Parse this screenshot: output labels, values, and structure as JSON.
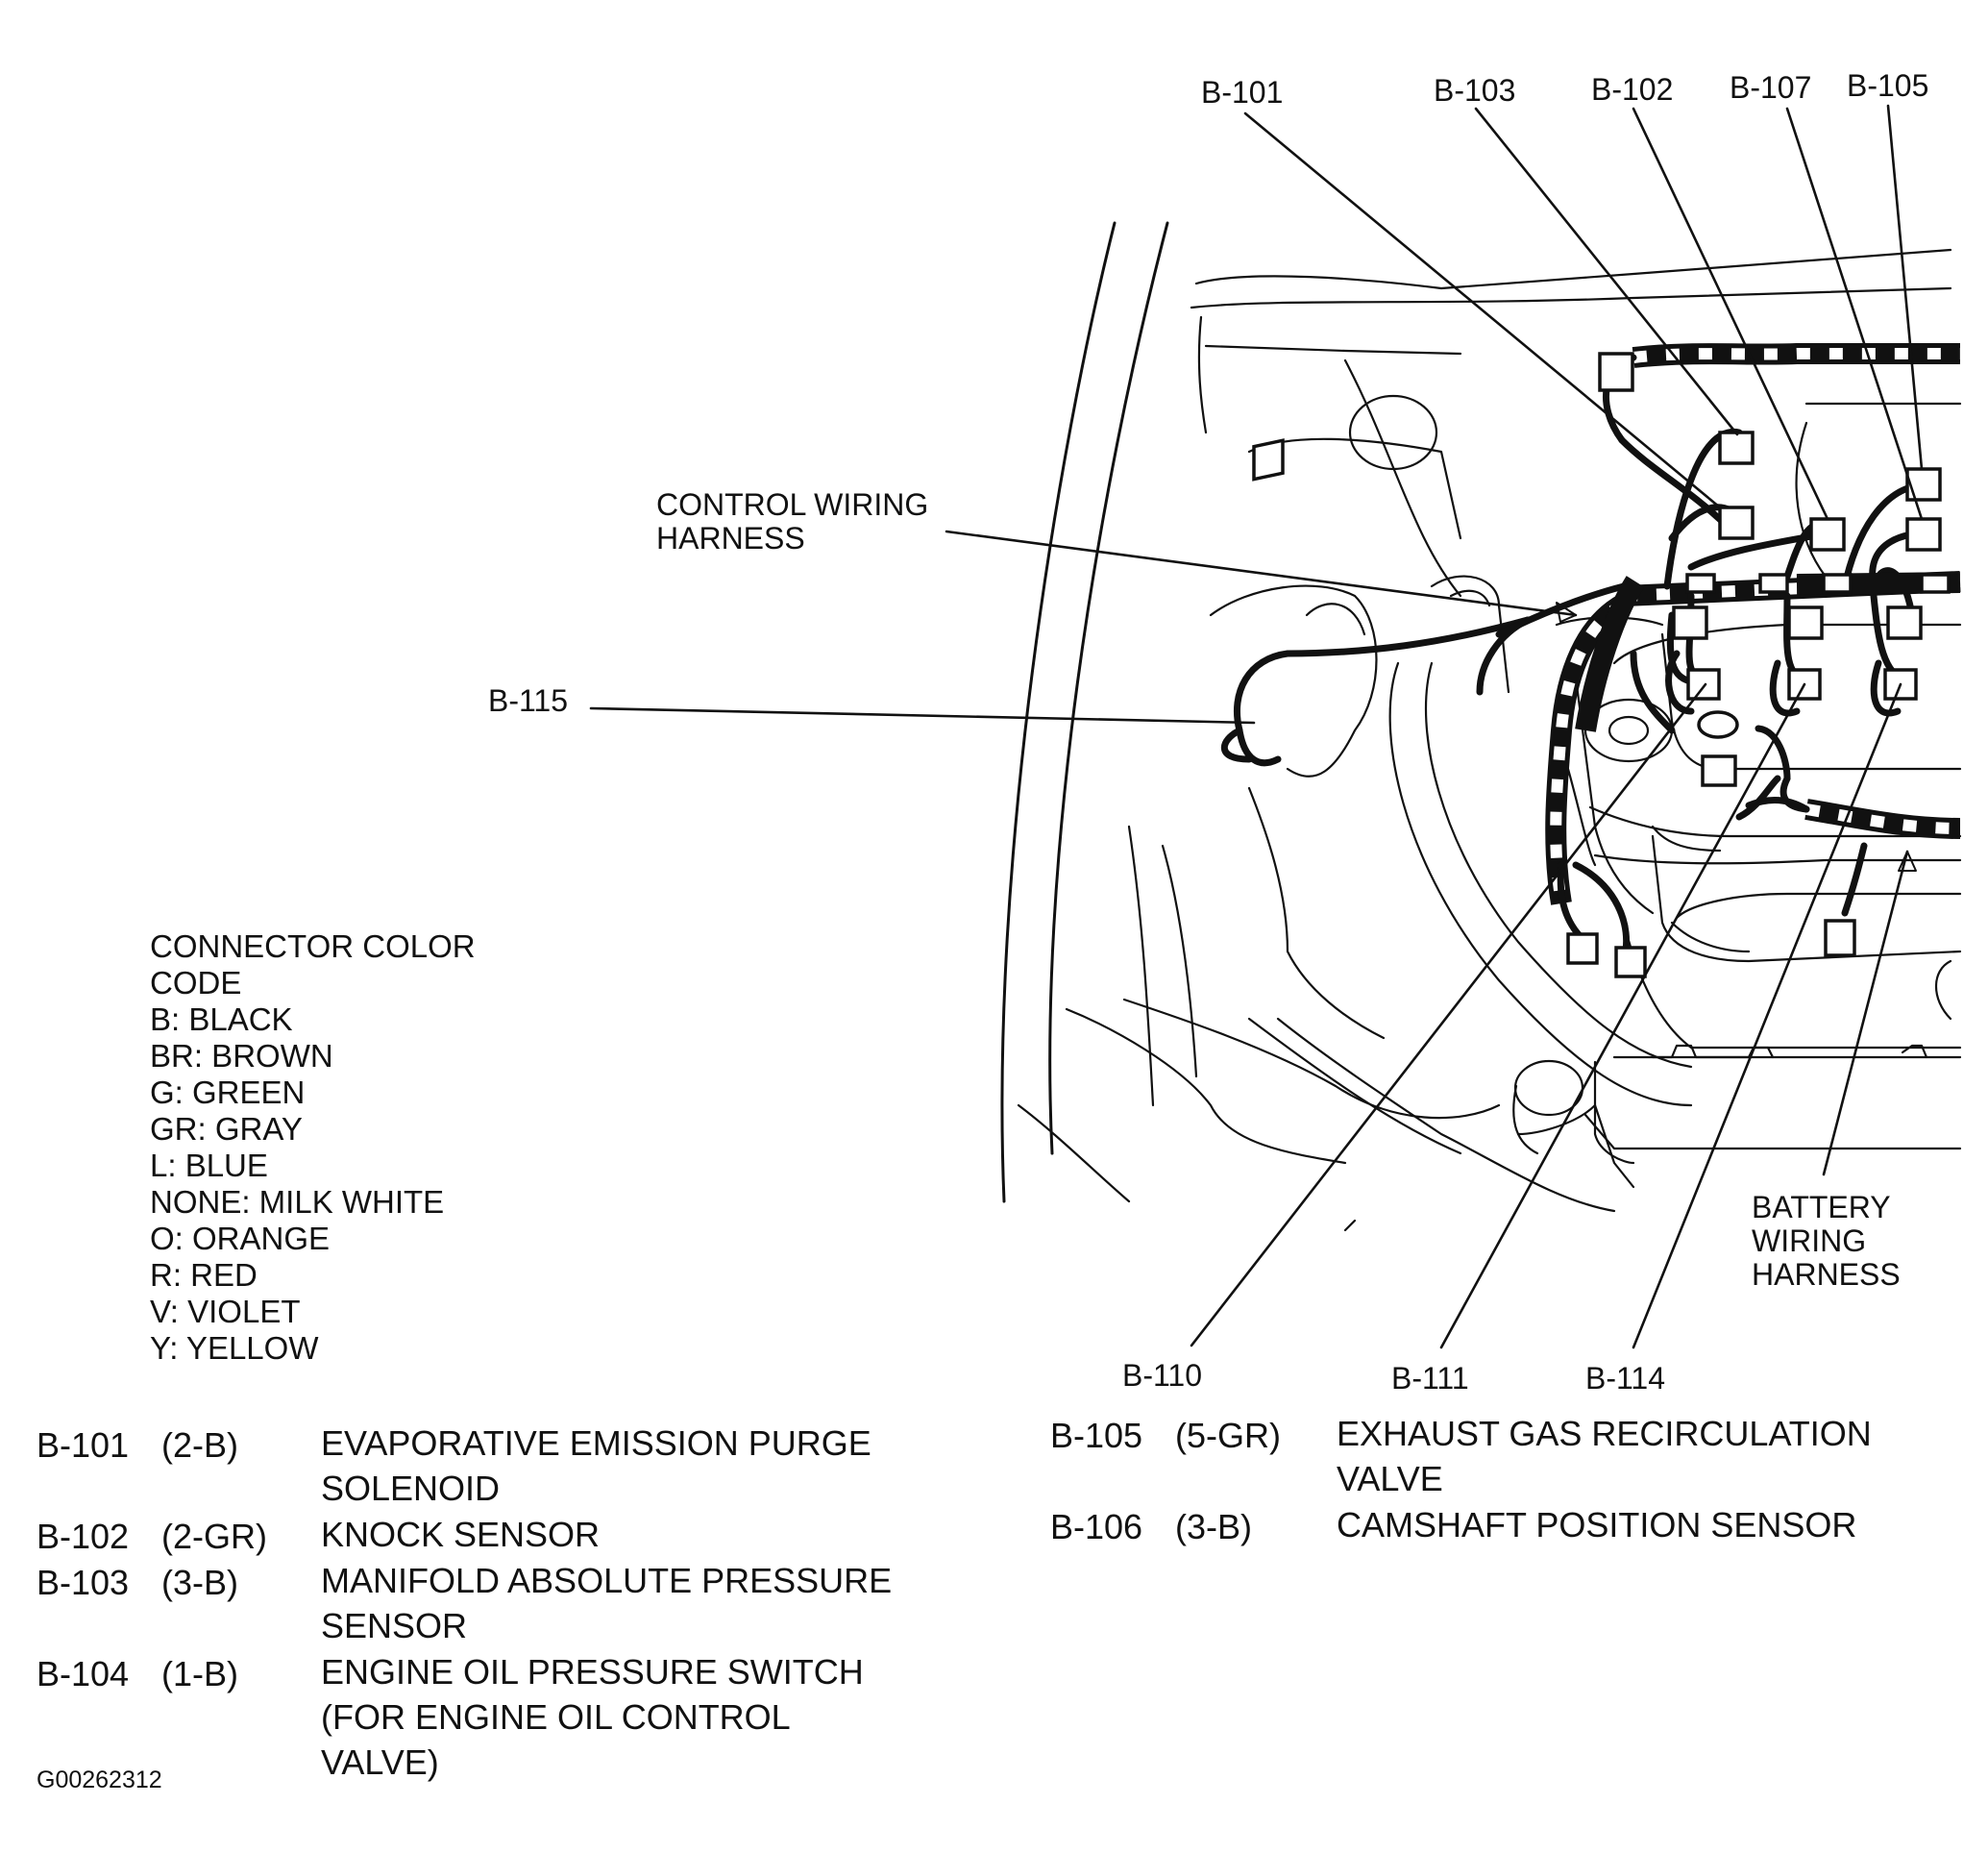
{
  "callouts": {
    "b101": "B-101",
    "b103": "B-103",
    "b102": "B-102",
    "b107": "B-107",
    "b105": "B-105",
    "b115": "B-115",
    "b110": "B-110",
    "b111": "B-111",
    "b114": "B-114",
    "control_harness": [
      "CONTROL WIRING",
      "HARNESS"
    ],
    "battery_harness": [
      "BATTERY",
      "WIRING",
      "HARNESS"
    ]
  },
  "color_code": {
    "title": [
      "CONNECTOR COLOR",
      "CODE"
    ],
    "entries": [
      "B: BLACK",
      "BR: BROWN",
      "G: GREEN",
      "GR: GRAY",
      "L: BLUE",
      "NONE: MILK WHITE",
      "O: ORANGE",
      "R: RED",
      "V: VIOLET",
      "Y: YELLOW"
    ]
  },
  "legend_left": [
    {
      "id": "B-101",
      "code": "(2-B)",
      "desc": [
        "EVAPORATIVE EMISSION PURGE",
        "SOLENOID"
      ]
    },
    {
      "id": "B-102",
      "code": "(2-GR)",
      "desc": [
        "KNOCK SENSOR"
      ]
    },
    {
      "id": "B-103",
      "code": "(3-B)",
      "desc": [
        "MANIFOLD ABSOLUTE PRESSURE",
        "SENSOR"
      ]
    },
    {
      "id": "B-104",
      "code": "(1-B)",
      "desc": [
        "ENGINE OIL PRESSURE SWITCH",
        "(FOR ENGINE OIL CONTROL",
        "VALVE)"
      ]
    }
  ],
  "legend_right": [
    {
      "id": "B-105",
      "code": "(5-GR)",
      "desc": [
        "EXHAUST GAS RECIRCULATION",
        "VALVE"
      ]
    },
    {
      "id": "B-106",
      "code": "(3-B)",
      "desc": [
        "CAMSHAFT POSITION SENSOR"
      ]
    }
  ],
  "figure_id": "G00262312"
}
